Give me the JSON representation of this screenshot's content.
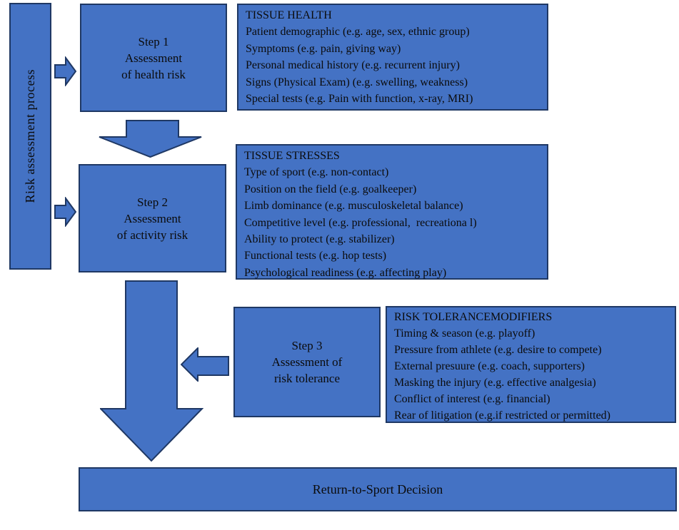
{
  "process_label": "Risk assessment process",
  "colors": {
    "shape_fill": "#4472C4",
    "shape_border": "#1F3864",
    "text": "#000000"
  },
  "step1": {
    "title": "Step 1",
    "line2": "Assessment",
    "line3": "of health risk"
  },
  "step2": {
    "title": "Step 2",
    "line2": "Assessment",
    "line3": "of activity risk"
  },
  "step3": {
    "title": "Step 3",
    "line2": "Assessment of",
    "line3": "risk tolerance"
  },
  "tissue_health": {
    "title": "TISSUE HEALTH",
    "items": [
      "Patient demographic (e.g. age, sex, ethnic group)",
      "Symptoms (e.g. pain, giving way)",
      "Personal medical history (e.g. recurrent injury)",
      "Signs (Physical Exam) (e.g. swelling, weakness)",
      "Special tests (e.g. Pain with function, x-ray, MRI)"
    ]
  },
  "tissue_stresses": {
    "title": "TISSUE STRESSES",
    "items": [
      "Type of sport (e.g. non-contact)",
      "Position on the field (e.g. goalkeeper)",
      "Limb dominance (e.g. musculoskeletal balance)",
      "Competitive level (e.g. professional,  recreationa l)",
      "Ability to protect (e.g. stabilizer)",
      "Functional tests (e.g. hop tests)",
      "Psychological readiness (e.g. affecting play)"
    ]
  },
  "risk_tolerance_modifiers": {
    "title": "RISK TOLERANCEMODIFIERS",
    "items": [
      "Timing & season (e.g. playoff)",
      "Pressure from athlete (e.g. desire to compete)",
      "External presuure (e.g. coach, supporters)",
      "Masking the injury (e.g. effective analgesia)",
      "Conflict of interest (e.g. financial)",
      "Rear of litigation (e.g.if restricted or permitted)"
    ]
  },
  "decision_label": "Return-to-Sport Decision"
}
